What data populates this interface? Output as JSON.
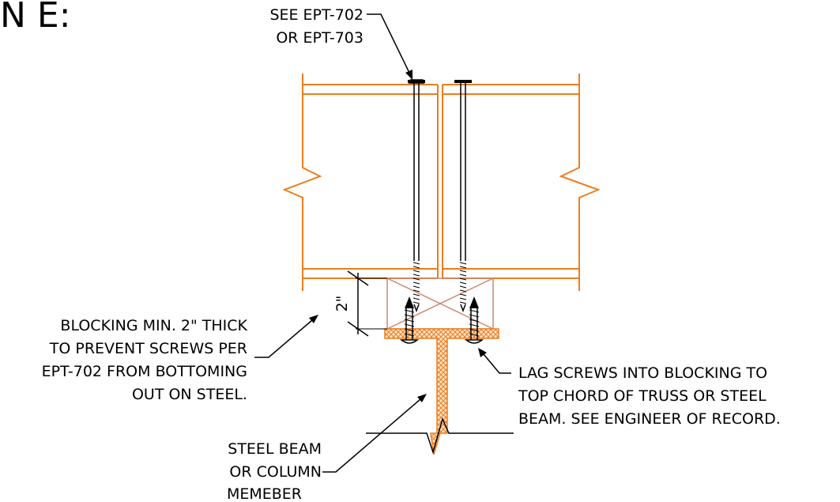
{
  "title": "N E:",
  "labels": {
    "see_ept_line1": "SEE EPT-702",
    "see_ept_line2": "OR EPT-703",
    "blocking_line1": "BLOCKING MIN. 2\" THICK",
    "blocking_line2": "TO PREVENT SCREWS PER",
    "blocking_line3": "EPT-702 FROM BOTTOMING",
    "blocking_line4": "OUT ON STEEL.",
    "lag_line1": "LAG SCREWS INTO BLOCKING TO",
    "lag_line2": "TOP CHORD OF TRUSS OR STEEL",
    "lag_line3": "BEAM.  SEE ENGINEER OF RECORD.",
    "steel_line1": "STEEL BEAM",
    "steel_line2": "OR COLUMN",
    "steel_line3": "MEMEBER",
    "dimension": "2\""
  },
  "colors": {
    "wood": "#ee7d1f",
    "blocking": "#c88a6e",
    "steel_hatch": "#ee7d1f",
    "ink": "#000000"
  }
}
